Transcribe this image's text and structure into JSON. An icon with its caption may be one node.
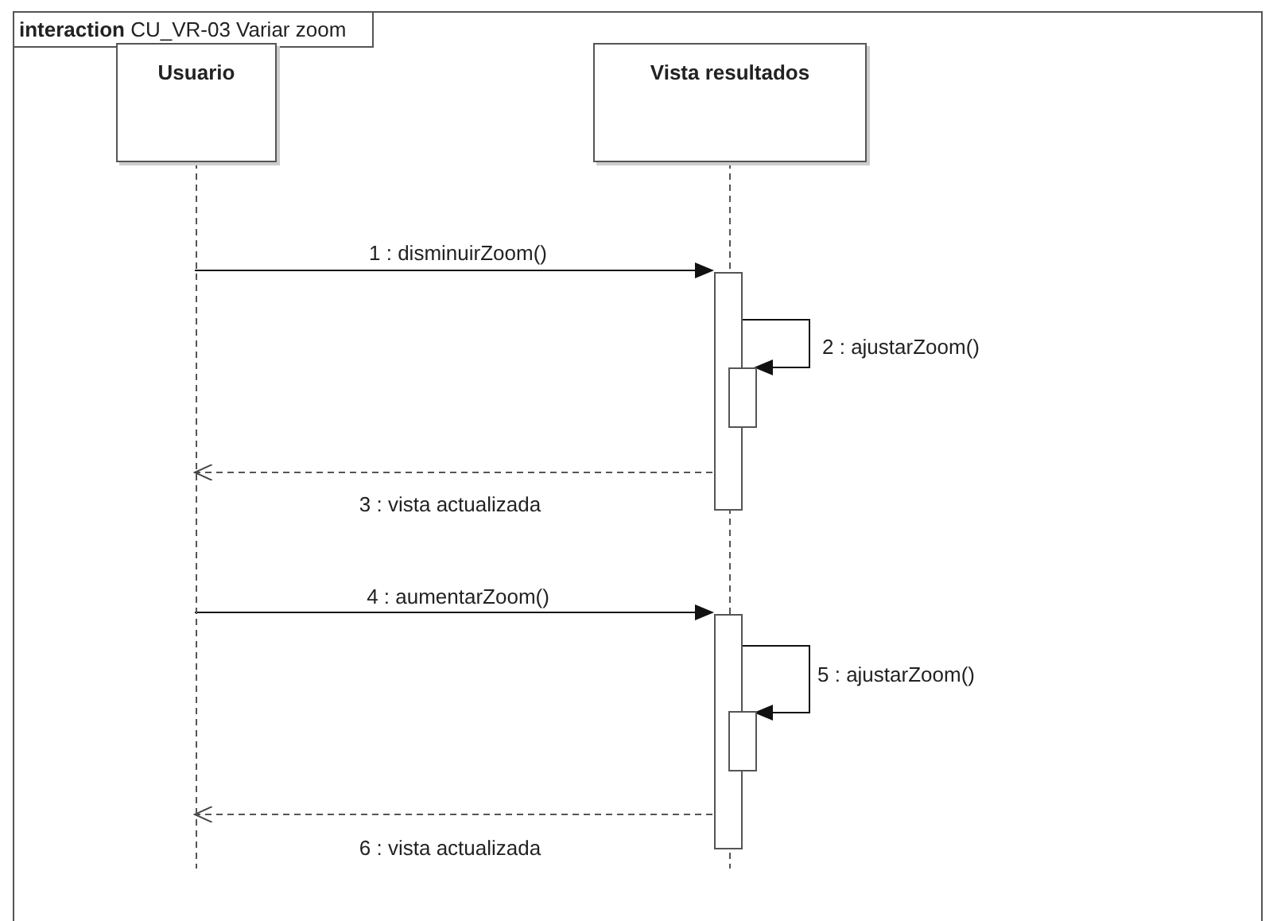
{
  "diagram": {
    "nodes": [
      {
        "text": [
          "**interaction** CU_VR-03 Variar zoom"
        ]
      },
      {
        "text": [
          "Usuario"
        ],
        "in": 0
      },
      {
        "text": [
          "Vista resultados"
        ],
        "in": 0
      },
      {
        "text": [],
        "shape": "bar",
        "in": 2
      },
      {
        "text": [],
        "shape": "bar",
        "in": 2
      },
      {
        "text": [],
        "shape": "bar",
        "in": 2
      },
      {
        "text": [],
        "shape": "bar",
        "in": 2
      }
    ],
    "edges": [
      {
        "from": 1,
        "to": 3,
        "arrow": "to",
        "label": "1 : disminuirZoom()"
      },
      {
        "from": 3,
        "to": 4,
        "arrow": "to",
        "label": "2 : ajustarZoom()"
      },
      {
        "from": 3,
        "to": 1,
        "arrow": "to",
        "label": "3 : vista actualizada",
        "style": "dashed"
      },
      {
        "from": 1,
        "to": 5,
        "arrow": "to",
        "label": "4 : aumentarZoom()"
      },
      {
        "from": 5,
        "to": 6,
        "arrow": "to",
        "label": "5 : ajustarZoom()"
      },
      {
        "from": 5,
        "to": 1,
        "arrow": "to",
        "label": "6 : vista actualizada",
        "style": "dashed"
      }
    ]
  }
}
